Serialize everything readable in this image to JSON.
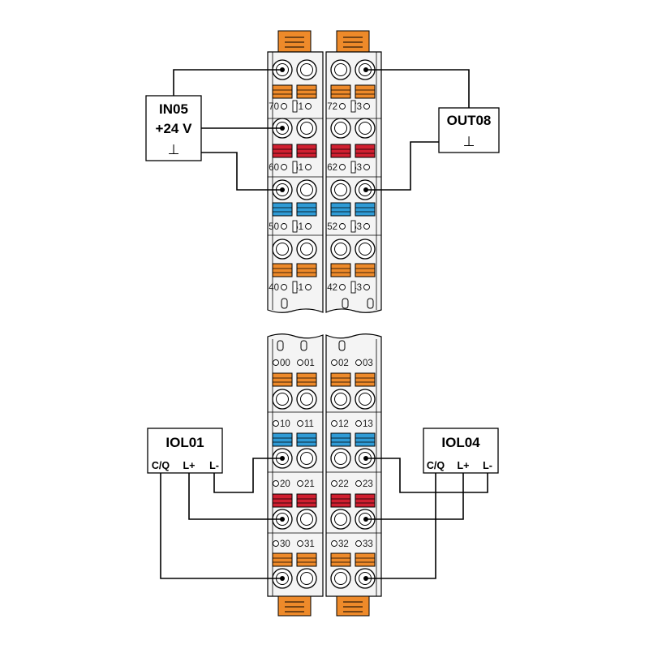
{
  "colors": {
    "orange": "#ee8a2a",
    "red": "#d01f30",
    "blue": "#2f9bd6",
    "module_fill": "#f4f4f4",
    "wire": "#000000"
  },
  "top_block": {
    "module_left": {
      "rows": [
        {
          "labels": [
            "70",
            "71"
          ],
          "color": "orange"
        },
        {
          "labels": [
            "60",
            "61"
          ],
          "color": "red"
        },
        {
          "labels": [
            "50",
            "51"
          ],
          "color": "blue"
        },
        {
          "labels": [
            "40",
            "41"
          ],
          "color": "orange"
        }
      ]
    },
    "module_right": {
      "rows": [
        {
          "labels": [
            "72",
            "73"
          ],
          "color": "orange"
        },
        {
          "labels": [
            "62",
            "63"
          ],
          "color": "red"
        },
        {
          "labels": [
            "52",
            "53"
          ],
          "color": "blue"
        },
        {
          "labels": [
            "42",
            "43"
          ],
          "color": "orange"
        }
      ]
    }
  },
  "bottom_block": {
    "module_left": {
      "rows": [
        {
          "labels": [
            "00",
            "01"
          ],
          "color": "orange"
        },
        {
          "labels": [
            "10",
            "11"
          ],
          "color": "blue"
        },
        {
          "labels": [
            "20",
            "21"
          ],
          "color": "red"
        },
        {
          "labels": [
            "30",
            "31"
          ],
          "color": "orange"
        }
      ]
    },
    "module_right": {
      "rows": [
        {
          "labels": [
            "02",
            "03"
          ],
          "color": "orange"
        },
        {
          "labels": [
            "12",
            "13"
          ],
          "color": "blue"
        },
        {
          "labels": [
            "22",
            "23"
          ],
          "color": "red"
        },
        {
          "labels": [
            "32",
            "33"
          ],
          "color": "orange"
        }
      ]
    }
  },
  "devices": {
    "in05": {
      "name": "IN05",
      "supply": "+24 V",
      "ground": "⊥"
    },
    "out08": {
      "name": "OUT08",
      "ground": "⊥"
    },
    "iol01": {
      "name": "IOL01",
      "pins": [
        "C/Q",
        "L+",
        "L-"
      ]
    },
    "iol04": {
      "name": "IOL04",
      "pins": [
        "C/Q",
        "L+",
        "L-"
      ]
    }
  }
}
